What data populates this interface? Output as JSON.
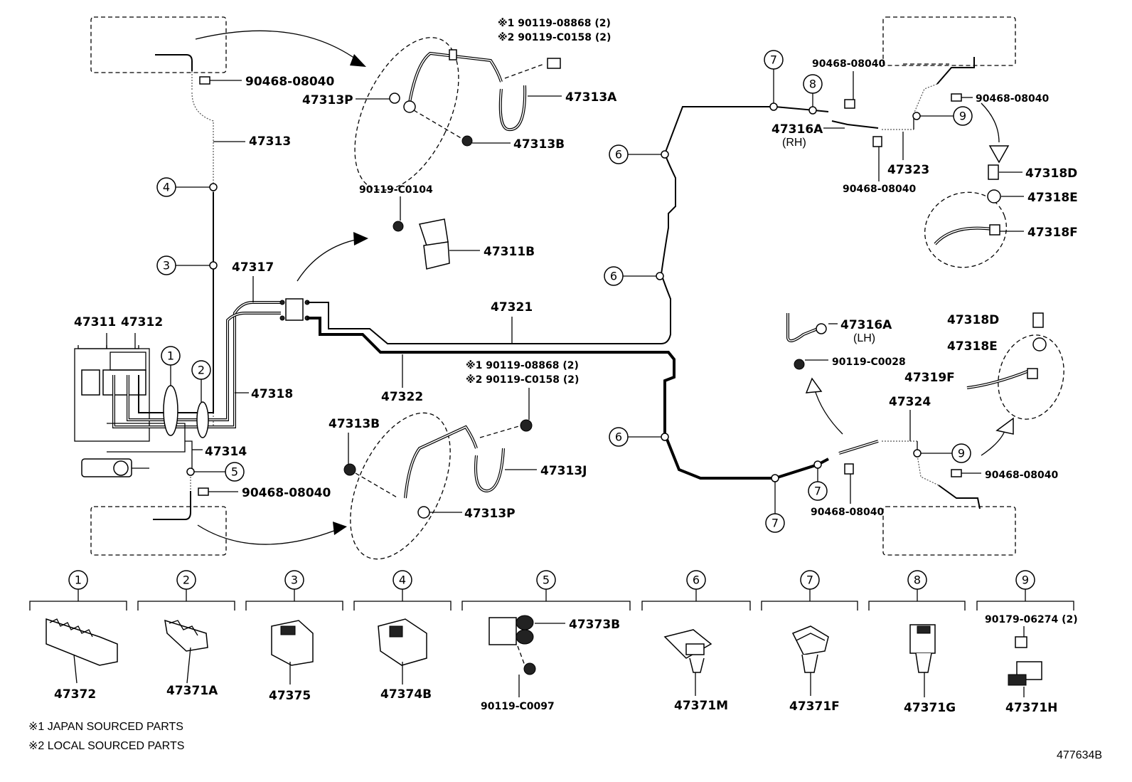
{
  "callouts": {
    "fr_hose_bolt_note1": "※1 90119-08868 (2)",
    "fr_hose_bolt_note2": "※2 90119-C0158 (2)",
    "clip_90468_tl": "90468-08040",
    "p_47313P_top": "47313P",
    "p_47313A": "47313A",
    "p_47313B_top": "47313B",
    "p_47313": "47313",
    "p_90119_C0104": "90119-C0104",
    "p_47311B": "47311B",
    "p_47317": "47317",
    "p_47311": "47311",
    "p_47312": "47312",
    "p_47321": "47321",
    "p_47318": "47318",
    "p_47322": "47322",
    "p_47314": "47314",
    "clip_90468_bl": "90468-08040",
    "fr_hose_bolt_note1_b": "※1 90119-08868 (2)",
    "fr_hose_bolt_note2_b": "※2 90119-C0158 (2)",
    "p_47313B_bot": "47313B",
    "p_47313J": "47313J",
    "p_47313P_bot": "47313P",
    "clip_90468_rt1": "90468-08040",
    "clip_90468_rt2": "90468-08040",
    "p_47316A_rh": "47316A",
    "rh": "(RH)",
    "clip_90468_rt3": "90468-08040",
    "p_47323": "47323",
    "p_47318D_top": "47318D",
    "p_47318E_top": "47318E",
    "p_47318F": "47318F",
    "p_47316A_lh": "47316A",
    "lh": "(LH)",
    "p_90119_C0028": "90119-C0028",
    "p_47318D_bot": "47318D",
    "p_47318E_bot": "47318E",
    "p_47319F": "47319F",
    "p_47324": "47324",
    "clip_90468_rb1": "90468-08040",
    "clip_90468_rb2": "90468-08040"
  },
  "node_numbers": [
    "1",
    "2",
    "3",
    "4",
    "5",
    "6",
    "7",
    "8",
    "9"
  ],
  "legend": [
    {
      "num": "1",
      "part": "47372"
    },
    {
      "num": "2",
      "part": "47371A"
    },
    {
      "num": "3",
      "part": "47375"
    },
    {
      "num": "4",
      "part": "47374B"
    },
    {
      "num": "5",
      "part": "47373B",
      "part2": "90119-C0097"
    },
    {
      "num": "6",
      "part": "47371M"
    },
    {
      "num": "7",
      "part": "47371F"
    },
    {
      "num": "8",
      "part": "47371G"
    },
    {
      "num": "9",
      "part": "47371H",
      "part2": "90179-06274 (2)"
    }
  ],
  "footnotes": {
    "note1": "※1 JAPAN SOURCED PARTS",
    "note2": "※2 LOCAL SOURCED PARTS"
  },
  "diagram_id": "477634B"
}
